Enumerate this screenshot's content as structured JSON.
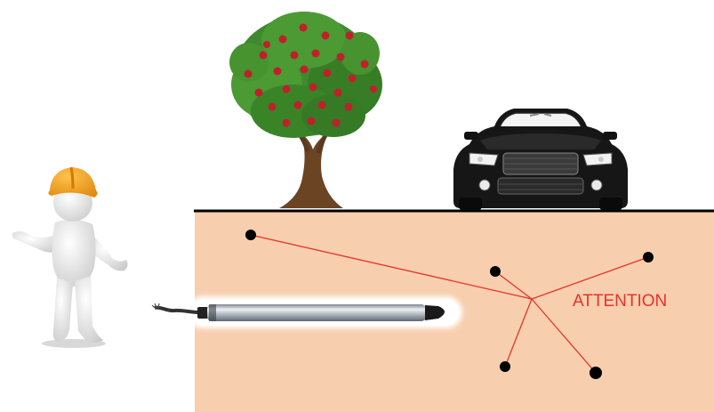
{
  "annotation": {
    "label": "ATTENTION",
    "color": "#e8322a"
  },
  "colors": {
    "soil": "#f8cfae",
    "ground_line": "#000000",
    "red_lines": "#e8322a",
    "helmet": "#f5a623",
    "foliage": "#3f8a2c",
    "apples": "#c0202a",
    "trunk": "#6b4423",
    "car_body": "#161616"
  },
  "icons": {
    "worker": "construction-worker-figure",
    "tree": "apple-tree-icon",
    "car": "sports-car-icon",
    "probe": "cylindrical-probe-sensor"
  }
}
